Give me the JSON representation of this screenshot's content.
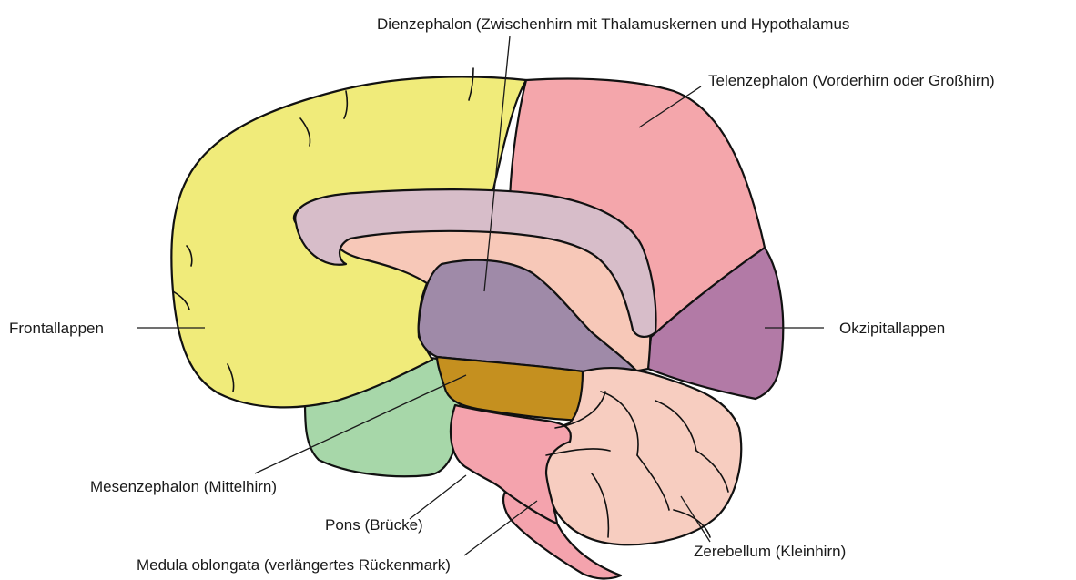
{
  "labels": {
    "dienzephalon": "Dienzephalon (Zwischenhirn mit Thalamuskernen und Hypothalamus",
    "telenzephalon": "Telenzephalon (Vorderhirn oder Großhirn)",
    "frontallappen": "Frontallappen",
    "okzipitallappen": "Okzipitallappen",
    "mesenzephalon": "Mesenzephalon (Mittelhirn)",
    "pons": "Pons (Brücke)",
    "medulla": "Medula oblongata (verlängertes Rückenmark)",
    "zerebellum": "Zerebellum (Kleinhirn)"
  },
  "colors": {
    "frontal": "#f0eb7a",
    "telencephalon": "#f4a6ab",
    "occipital": "#b27aa6",
    "corpus_callosum": "#d7bdc9",
    "inner": "#f7c8b8",
    "diencephalon": "#9f8aa8",
    "mesencephalon": "#c5901f",
    "temporal": "#a7d7a9",
    "pons": "#f4a3ad",
    "cerebellum": "#f7cdc0"
  }
}
